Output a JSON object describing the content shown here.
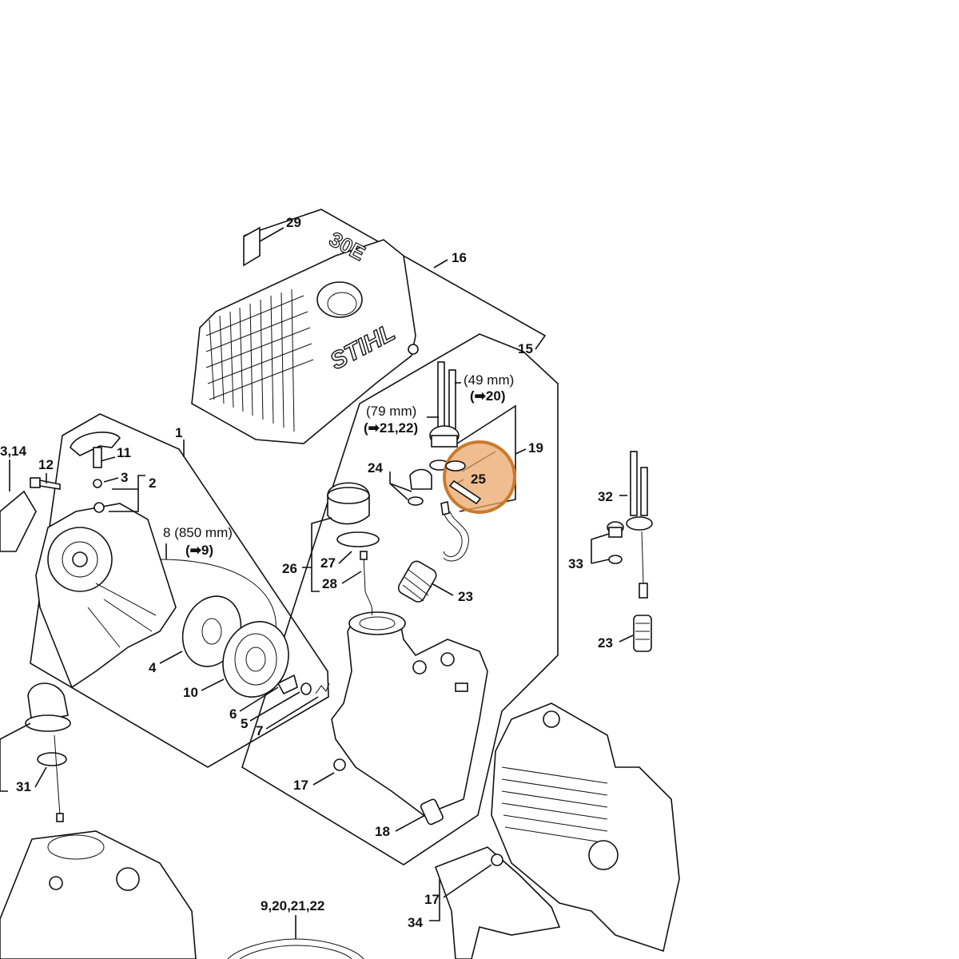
{
  "labels": {
    "l29": "29",
    "l16": "16",
    "l15": "15",
    "l1": "1",
    "l11": "11",
    "l3": "3",
    "l2": "2",
    "l12": "12",
    "l1314": "3,14",
    "l8": "8 (850 mm)",
    "l8b": "(➡9)",
    "l4": "4",
    "l10": "10",
    "l6": "6",
    "l5": "5",
    "l7": "7",
    "l49a": "(49 mm)",
    "l49b": "(➡20)",
    "l79a": "(79 mm)",
    "l79b": "(➡21,22)",
    "l19": "19",
    "l24": "24",
    "l25": "25",
    "l26": "26",
    "l27": "27",
    "l28": "28",
    "l23a": "23",
    "l32": "32",
    "l33": "33",
    "l23b": "23",
    "l17a": "17",
    "l18": "18",
    "l31": "31",
    "l17b": "17",
    "l34": "34",
    "l92122": "9,20,21,22"
  },
  "cover_logo": "STIHL",
  "cover_model": "30E",
  "highlight": {
    "part": "25",
    "color": "#e9a76a"
  }
}
